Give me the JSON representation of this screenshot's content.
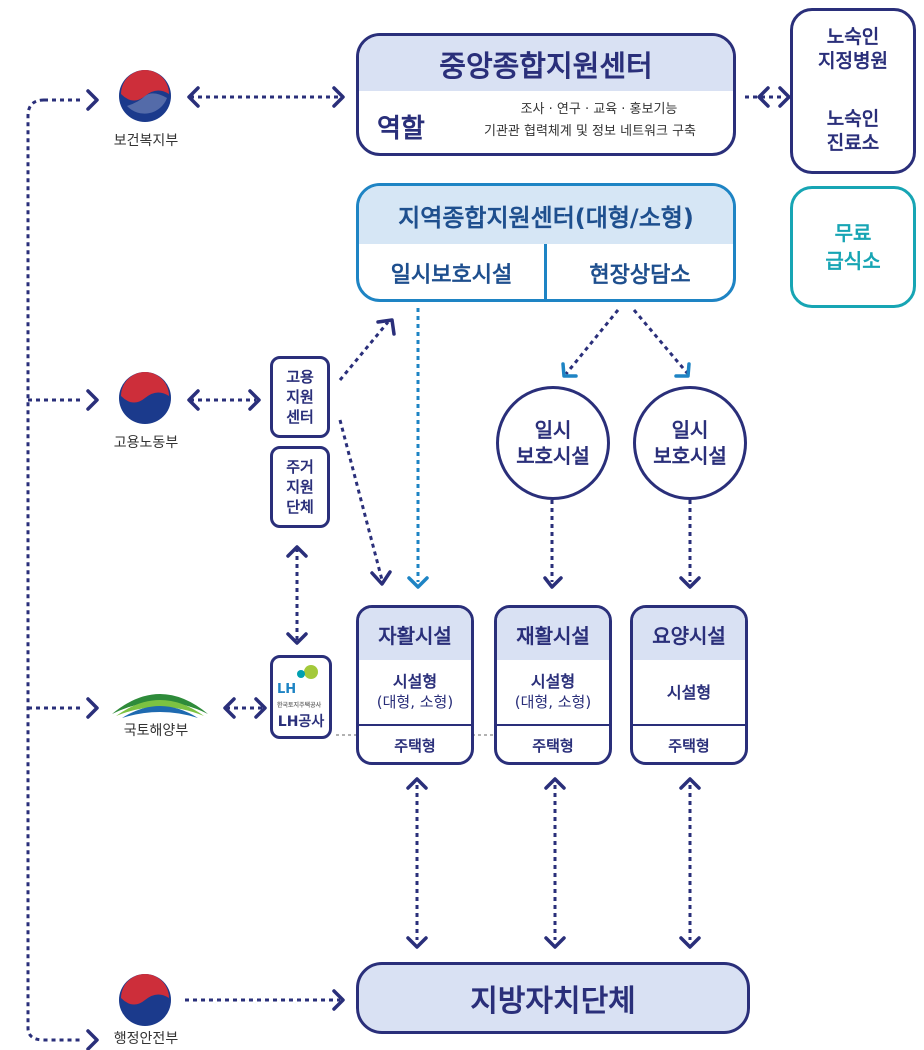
{
  "central": {
    "title": "중앙종합지원센터",
    "role_label": "역할",
    "role_line1": "조사 · 연구 · 교육 · 홍보기능",
    "role_line2": "기관관 협력체계 및 정보 네트워크 구축"
  },
  "hospital": {
    "line1": "노숙인",
    "line2": "지정병원",
    "line3": "노숙인",
    "line4": "진료소"
  },
  "meal": {
    "line1": "무료",
    "line2": "급식소"
  },
  "regional": {
    "title": "지역종합지원센터(대형/소형)",
    "left": "일시보호시설",
    "right": "현장상담소"
  },
  "circles": [
    {
      "line1": "일시",
      "line2": "보호시설"
    },
    {
      "line1": "일시",
      "line2": "보호시설"
    }
  ],
  "employment_center": {
    "l1": "고용",
    "l2": "지원",
    "l3": "센터"
  },
  "housing_org": {
    "l1": "주거",
    "l2": "지원",
    "l3": "단체"
  },
  "lh": {
    "logo_text": "LH",
    "logo_sub": "한국토지주택공사",
    "label": "LH공사"
  },
  "facilities": [
    {
      "title": "자활시설",
      "type": "시설형",
      "size": "(대형, 소형)",
      "housing": "주택형"
    },
    {
      "title": "재활시설",
      "type": "시설형",
      "size": "(대형, 소형)",
      "housing": "주택형"
    },
    {
      "title": "요양시설",
      "type": "시설형",
      "size": "",
      "housing": "주택형"
    }
  ],
  "local_gov": "지방자치단체",
  "ministries": {
    "health": "보건복지부",
    "labor": "고용노동부",
    "land": "국토해양부",
    "safety": "행정안전부"
  },
  "colors": {
    "navy": "#2a2f7a",
    "blue": "#1e84c4",
    "teal": "#17a5b4",
    "light": "#d9e1f3"
  }
}
